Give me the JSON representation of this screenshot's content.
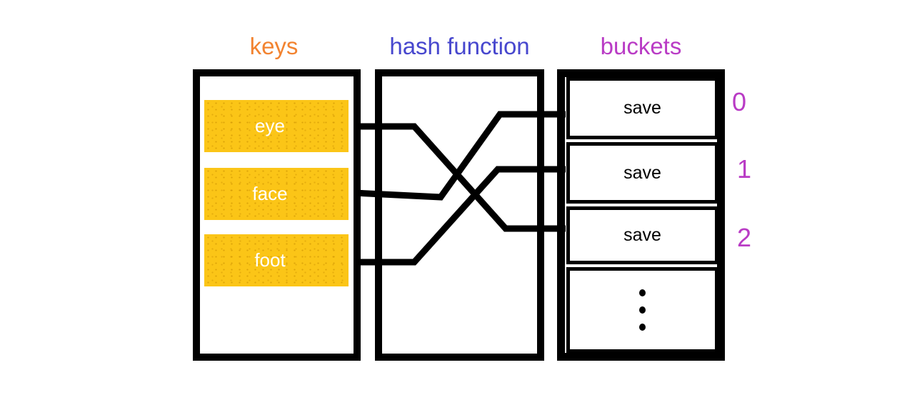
{
  "titles": {
    "keys": "keys",
    "hash_function": "hash function",
    "buckets": "buckets"
  },
  "keys": {
    "items": [
      {
        "label": "eye"
      },
      {
        "label": "face"
      },
      {
        "label": "foot"
      }
    ]
  },
  "buckets": {
    "cells": [
      {
        "label": "save",
        "index": "0"
      },
      {
        "label": "save",
        "index": "1"
      },
      {
        "label": "save",
        "index": "2"
      }
    ],
    "more_indicator_dots": 3
  },
  "connections": [
    {
      "from_key": "eye",
      "to_bucket_index": 2
    },
    {
      "from_key": "face",
      "to_bucket_index": 0
    },
    {
      "from_key": "foot",
      "to_bucket_index": 1
    }
  ],
  "colors": {
    "keys_title": "#F28330",
    "hash_function_title": "#4747CE",
    "buckets_title": "#B93BC5",
    "bucket_index": "#B93BC5",
    "key_box_fill": "#FBC517",
    "key_box_text": "#FFFFFF",
    "wire": "#000000",
    "border": "#000000",
    "bucket_text": "#000000",
    "background": "#FFFFFF"
  }
}
